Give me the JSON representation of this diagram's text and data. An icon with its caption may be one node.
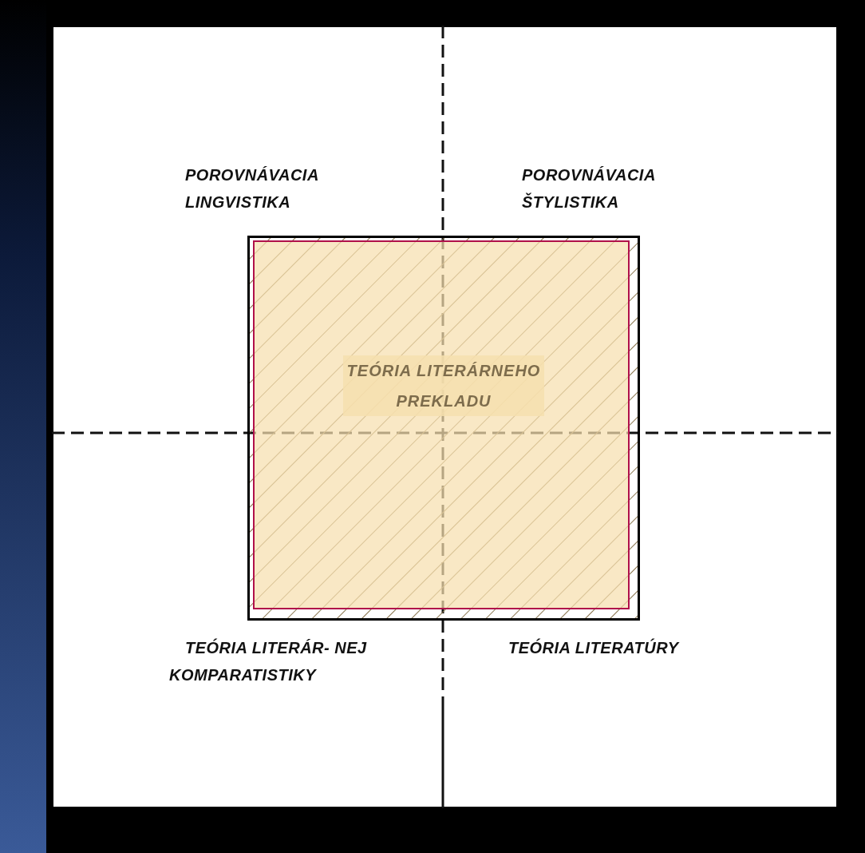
{
  "diagram": {
    "nodes": [
      {
        "text": [],
        "shape": "box"
      },
      {
        "text": [
          "TEÓRIA LITERÁRNEHO PREKLADU"
        ],
        "in": 0
      }
    ],
    "labels": [
      "POROVNÁVACIA LINGVISTIKA",
      "POROVNÁVACIA ŠTYLISTIKA",
      "TEÓRIA LITERÁR- NEJ KOMPARATISTIKY",
      "TEÓRIA LITERATÚRY"
    ]
  }
}
